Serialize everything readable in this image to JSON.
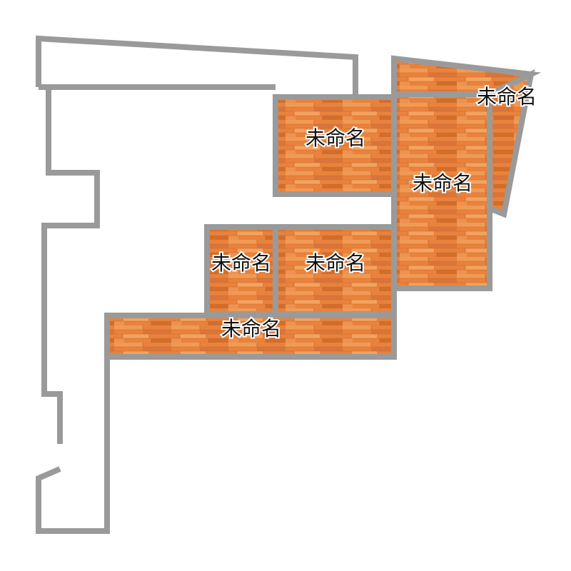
{
  "plan": {
    "colors": {
      "wall": "#9a9a9a",
      "floor_base": "#e8823c",
      "floor_light": "#f09a55",
      "floor_dark": "#d26e2c",
      "background": "#ffffff"
    },
    "rooms": [
      {
        "id": "room-a",
        "label": "未命名"
      },
      {
        "id": "room-b",
        "label": "未命名"
      },
      {
        "id": "room-c",
        "label": "未命名"
      },
      {
        "id": "room-d",
        "label": "未命名"
      },
      {
        "id": "room-e",
        "label": "未命名"
      },
      {
        "id": "room-f",
        "label": "未命名"
      }
    ]
  }
}
